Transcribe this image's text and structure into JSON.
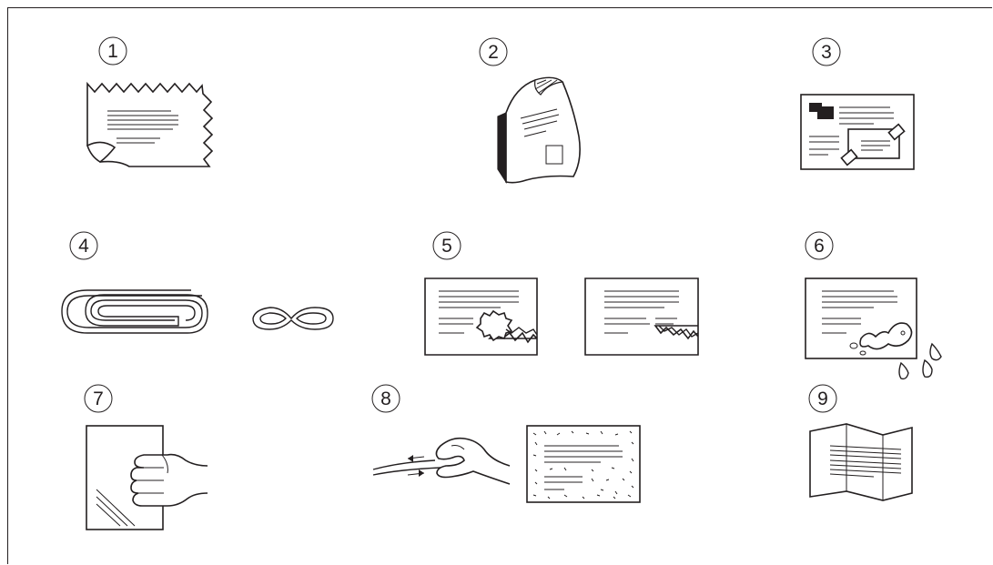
{
  "items": [
    {
      "number": "1",
      "icon": "torn-curled-document-icon"
    },
    {
      "number": "2",
      "icon": "curled-document-icon"
    },
    {
      "number": "3",
      "icon": "taped-document-icon"
    },
    {
      "number": "4",
      "icon": "paper-clip-icon"
    },
    {
      "number": "5",
      "icon": "torn-hole-document-icon"
    },
    {
      "number": "6",
      "icon": "wet-document-icon"
    },
    {
      "number": "7",
      "icon": "transparent-sheet-icon"
    },
    {
      "number": "8",
      "icon": "coated-paper-icon"
    },
    {
      "number": "9",
      "icon": "folded-document-icon"
    }
  ],
  "colors": {
    "ink": "#231f20",
    "paper": "#ffffff"
  }
}
